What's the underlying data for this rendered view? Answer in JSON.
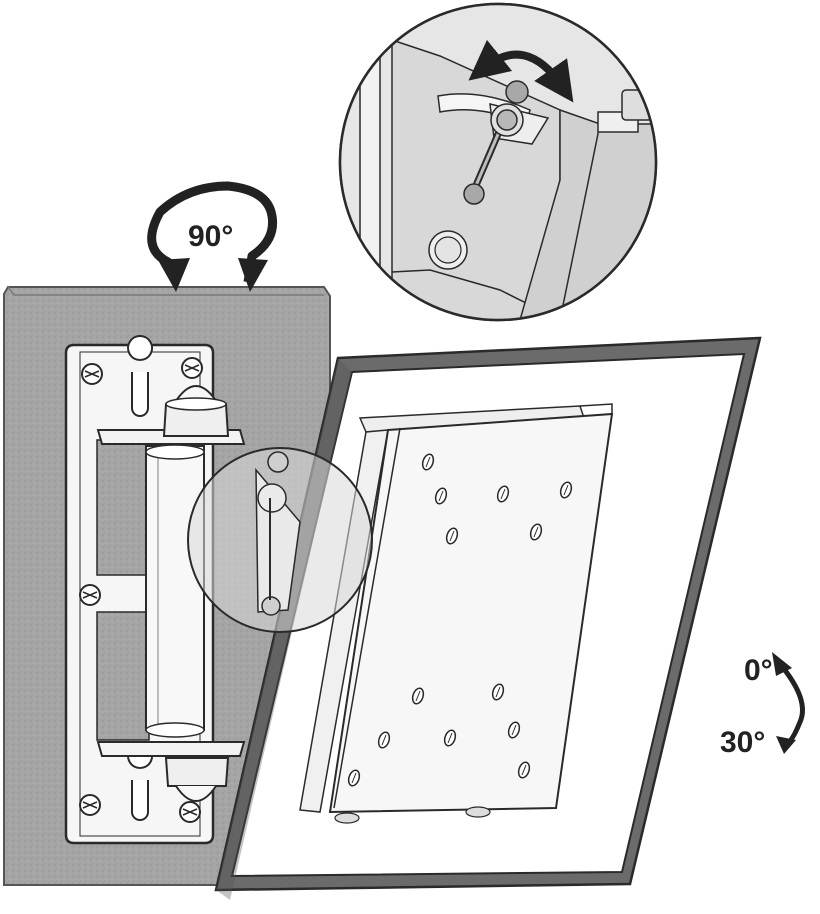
{
  "labels": {
    "swivel_angle": "90°",
    "tilt_start": "0°",
    "tilt_end": "30°"
  },
  "colors": {
    "wall": "#a3a3a3",
    "frame": "#6b6b6b",
    "line": "#2a2a2a",
    "metal": "#f4f4f4",
    "detail_bg": "#e4e4e4"
  },
  "icons": {
    "swivel": "rotate-swivel-icon",
    "tilt": "tilt-arc-icon",
    "detail": "magnifier-detail-icon"
  }
}
